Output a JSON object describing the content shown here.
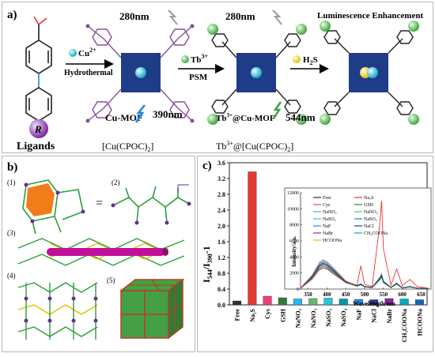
{
  "panel_a": {
    "letter": "a)",
    "ligand_label": "Ligands",
    "ligand_r": "R",
    "step1_reagent": "Cu",
    "step1_charge": "2+",
    "step1_condition": "Hydrothermal",
    "wl_excite": "280nm",
    "wl_excite_2": "280nm",
    "wl_emit_cu": "390nm",
    "wl_emit_tb": "544nm",
    "mof_label": "Cu-MOF",
    "cu_formula": "[Cu(CPOC)",
    "cu_formula_sub": "2",
    "cu_formula_end": "]",
    "step2_reagent": "Tb",
    "step2_charge": "3+",
    "step2_condition": "PSM",
    "tb_mof_prefix": "Tb",
    "tb_mof_charge": "3+",
    "tb_mof_suffix": "@Cu-MOF",
    "tb_formula_prefix": "Tb",
    "tb_formula_charge": "3+",
    "tb_formula_mid": "@[Cu(CPOC)",
    "tb_formula_sub": "2",
    "tb_formula_end": "]",
    "step3_reagent": "H",
    "step3_sub": "2",
    "step3_end": "S",
    "enhance_title": "Luminescence Enhancement"
  },
  "panel_b": {
    "letter": "b)",
    "sub_1": "(1)",
    "sub_2": "(2)",
    "sub_3": "(3)",
    "sub_4": "(4)",
    "sub_5": "(5)",
    "equals": "="
  },
  "panel_c": {
    "letter": "c)",
    "ylabel_main": "I",
    "ylabel_sub1": "544",
    "ylabel_slash": "/I",
    "ylabel_sub2": "390",
    "ylabel_tail": "-1",
    "inset_ylabel": "Intensity/a.u.",
    "inset_xlabel": "Wavelength/nm",
    "inset_yticks": [
      "0",
      "2000",
      "4000",
      "6000",
      "8000",
      "10000",
      "12000"
    ],
    "inset_xticks": [
      "350",
      "400",
      "450",
      "500",
      "550",
      "600",
      "650"
    ]
  },
  "colors": {
    "mof_core": "#1f3c88",
    "linker_purple": "#8a4d9e",
    "tb_green": "#4caf50",
    "bar_red": "#e53935",
    "bar_teal": "#00acc1",
    "arrow_red": "#c0392b"
  },
  "chart_data": {
    "type": "bar",
    "categories": [
      "Free",
      "Na₂S",
      "Cys",
      "GSH",
      "NaNO₂",
      "NaNO₃",
      "NaSO₃",
      "NaSO₄",
      "NaF",
      "NaCl",
      "NaBr",
      "CH₃COONa",
      "HCOONa"
    ],
    "values": [
      0.1,
      3.37,
      0.22,
      0.18,
      0.15,
      0.16,
      0.17,
      0.15,
      0.14,
      0.13,
      0.16,
      0.15,
      0.13
    ],
    "bar_colors": [
      "#263238",
      "#e53935",
      "#ec407a",
      "#2e7d32",
      "#29b6f6",
      "#66bb6a",
      "#26c6da",
      "#0097a7",
      "#1e88e5",
      "#283593",
      "#8e24aa",
      "#00acc1",
      "#1565c0"
    ],
    "ylim": [
      0,
      3.6
    ],
    "yticks": [
      "0.0",
      "0.4",
      "0.8",
      "1.2",
      "1.6",
      "2.0",
      "2.4",
      "2.8",
      "3.2",
      "3.6"
    ],
    "inset": {
      "type": "line",
      "xlim": [
        330,
        670
      ],
      "ylim": [
        0,
        12000
      ],
      "legend": [
        "Free",
        "Na₂S",
        "Cys",
        "GSH",
        "NaNO₂",
        "NaNO₃",
        "NaSO₃",
        "NaSO₄",
        "NaF",
        "NaCl",
        "NaBr",
        "CH₃COONa",
        "HCOONa"
      ],
      "legend_colors": [
        "#263238",
        "#e53935",
        "#ec407a",
        "#2e7d32",
        "#29b6f6",
        "#66bb6a",
        "#26c6da",
        "#0097a7",
        "#1e88e5",
        "#283593",
        "#8e24aa",
        "#00acc1",
        "#f9a825"
      ],
      "series": [
        {
          "name": "Free",
          "x": [
            330,
            360,
            380,
            390,
            400,
            420,
            450,
            480,
            490,
            500,
            520,
            540,
            545,
            550,
            570,
            585,
            590,
            600,
            620,
            640,
            670
          ],
          "y": [
            100,
            1500,
            2900,
            3200,
            3000,
            2200,
            900,
            400,
            600,
            300,
            200,
            1300,
            1700,
            900,
            200,
            700,
            500,
            150,
            300,
            100,
            80
          ]
        },
        {
          "name": "Na₂S",
          "x": [
            330,
            360,
            380,
            390,
            400,
            420,
            450,
            480,
            490,
            500,
            520,
            540,
            545,
            550,
            570,
            585,
            590,
            600,
            620,
            640,
            670
          ],
          "y": [
            100,
            1200,
            2400,
            2600,
            2500,
            1800,
            800,
            500,
            2900,
            600,
            300,
            8000,
            11000,
            5000,
            500,
            2500,
            1800,
            400,
            1200,
            300,
            100
          ]
        }
      ]
    }
  }
}
